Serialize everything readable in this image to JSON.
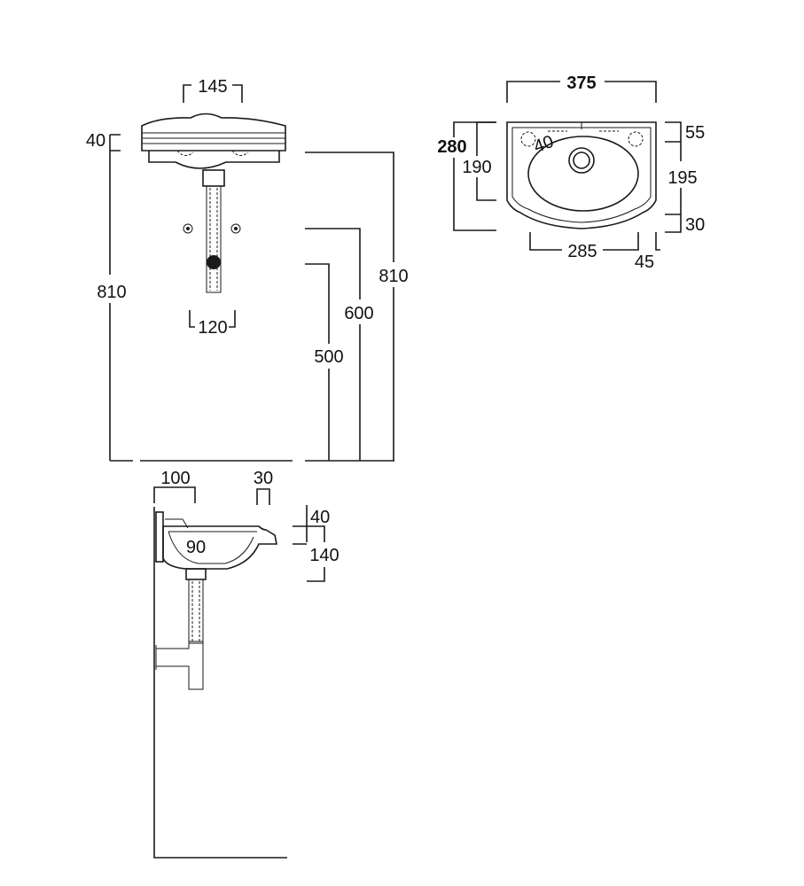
{
  "front_view": {
    "dims": {
      "tap_spacing": "145",
      "rim_height": "40",
      "total_height_left": "810",
      "waste_spacing": "120",
      "dim_500": "500",
      "dim_600": "600",
      "total_height_right": "810"
    }
  },
  "plan_view": {
    "dims": {
      "width": "375",
      "depth_total": "280",
      "depth_190": "190",
      "depth_55": "55",
      "depth_195": "195",
      "depth_30": "30",
      "base_width": "285",
      "offset_45": "45"
    },
    "tap_hole_label": "40"
  },
  "side_view": {
    "dims": {
      "projection_100": "100",
      "lip_30": "30",
      "bowl_90": "90",
      "rim_40": "40",
      "height_140": "140"
    }
  }
}
